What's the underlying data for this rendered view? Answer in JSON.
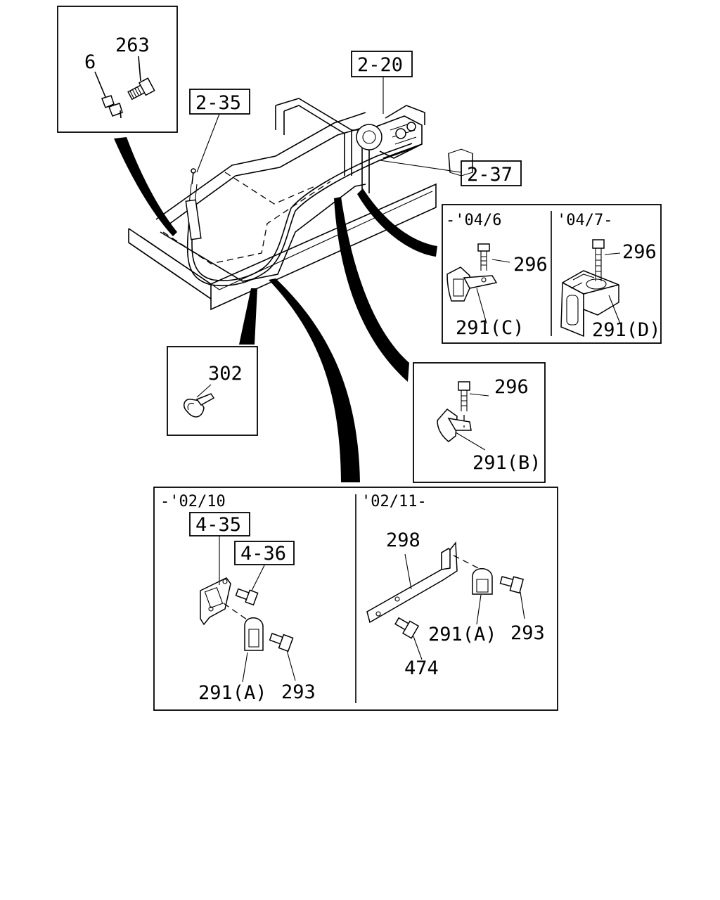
{
  "labels": {
    "p263": "263",
    "p6": "6",
    "ref_2_35": "2-35",
    "ref_2_20": "2-20",
    "ref_2_37": "2-37",
    "date_04_6": "-'04/6",
    "date_04_7": "'04/7-",
    "p296_c": "296",
    "p296_d": "296",
    "p291_c": "291(C)",
    "p291_d": "291(D)",
    "p302": "302",
    "p296_b": "296",
    "p291_b": "291(B)",
    "date_02_10": "-'02/10",
    "date_02_11": "'02/11-",
    "ref_4_35": "4-35",
    "ref_4_36": "4-36",
    "p291_a_left": "291(A)",
    "p293_left": "293",
    "p298": "298",
    "p291_a_right": "291(A)",
    "p293_right": "293",
    "p474": "474"
  }
}
